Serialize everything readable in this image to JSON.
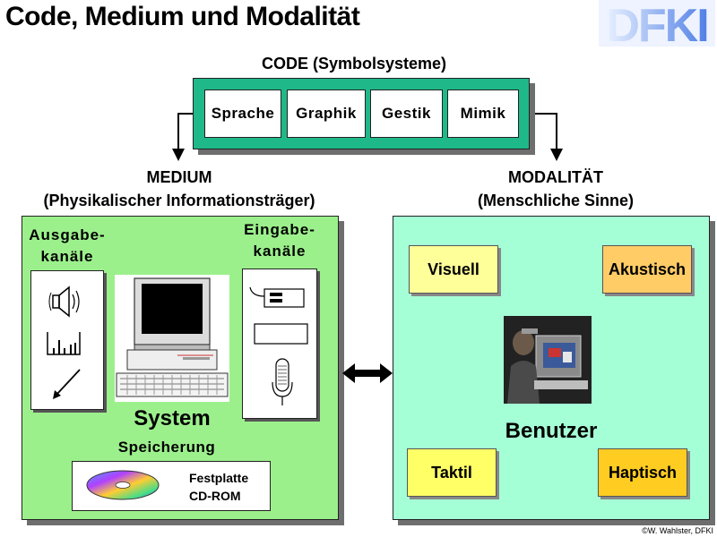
{
  "title": "Code, Medium und Modalität",
  "logo_text": "DFKI",
  "code": {
    "header": "CODE (Symbolsysteme)",
    "items": [
      "Sprache",
      "Graphik",
      "Gestik",
      "Mimik"
    ]
  },
  "medium": {
    "header_line1": "MEDIUM",
    "header_line2": "(Physikalischer Informationsträger)",
    "output_label_line1": "Ausgabe-",
    "output_label_line2": "kanäle",
    "input_label_line1": "Eingabe-",
    "input_label_line2": "kanäle",
    "system_label": "System",
    "storage_label": "Speicherung",
    "storage_item1": "Festplatte",
    "storage_item2": "CD-ROM",
    "output_icons": [
      "speaker-icon",
      "bar-chart-icon",
      "pen-arrow-icon"
    ],
    "input_icons": [
      "mouse-icon",
      "keyboard-icon",
      "microphone-icon"
    ]
  },
  "modality": {
    "header_line1": "MODALITÄT",
    "header_line2": "(Menschliche Sinne)",
    "visual": "Visuell",
    "acoustic": "Akustisch",
    "tactile": "Taktil",
    "haptic": "Haptisch",
    "user_label": "Benutzer"
  },
  "colors": {
    "code_frame": "#1fb889",
    "medium_panel": "#9cf08c",
    "modality_panel": "#a5ffd6",
    "visual_box": "#ffff99",
    "acoustic_box": "#ffcc66",
    "tactile_box": "#ffff66",
    "haptic_box": "#ffcc22"
  },
  "copyright": "©W. Wahlster, DFKI"
}
